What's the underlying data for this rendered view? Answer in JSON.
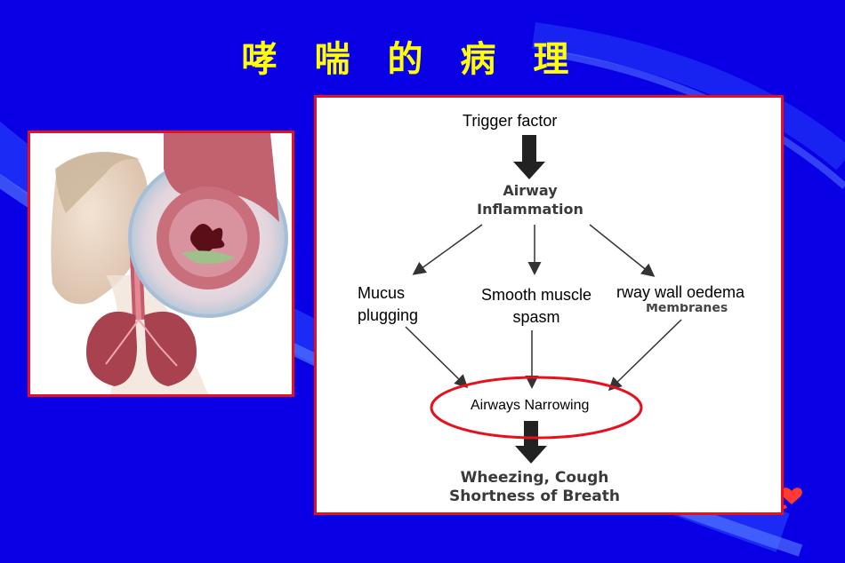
{
  "slide": {
    "title": "哮 喘 的 病 理",
    "colors": {
      "background": "#0a00e6",
      "title": "#ffff00",
      "frame": "#e8101c"
    }
  },
  "illustration": {
    "icons": [
      "female-head-icon",
      "airway-crosssection-icon",
      "lungs-icon"
    ]
  },
  "flowchart": {
    "trigger": "Trigger factor",
    "inflammation": [
      "Airway",
      "Inflammation"
    ],
    "causes": {
      "left": [
        "Mucus",
        "plugging"
      ],
      "center": [
        "Smooth muscle",
        "spasm"
      ],
      "right": "rway wall oedema",
      "right_hidden": "Membranes"
    },
    "narrowing": "Airways Narrowing",
    "outcome": [
      "Wheezing, Cough",
      "Shortness of Breath"
    ]
  },
  "decoration": {
    "icons": [
      "heart-icon"
    ]
  }
}
